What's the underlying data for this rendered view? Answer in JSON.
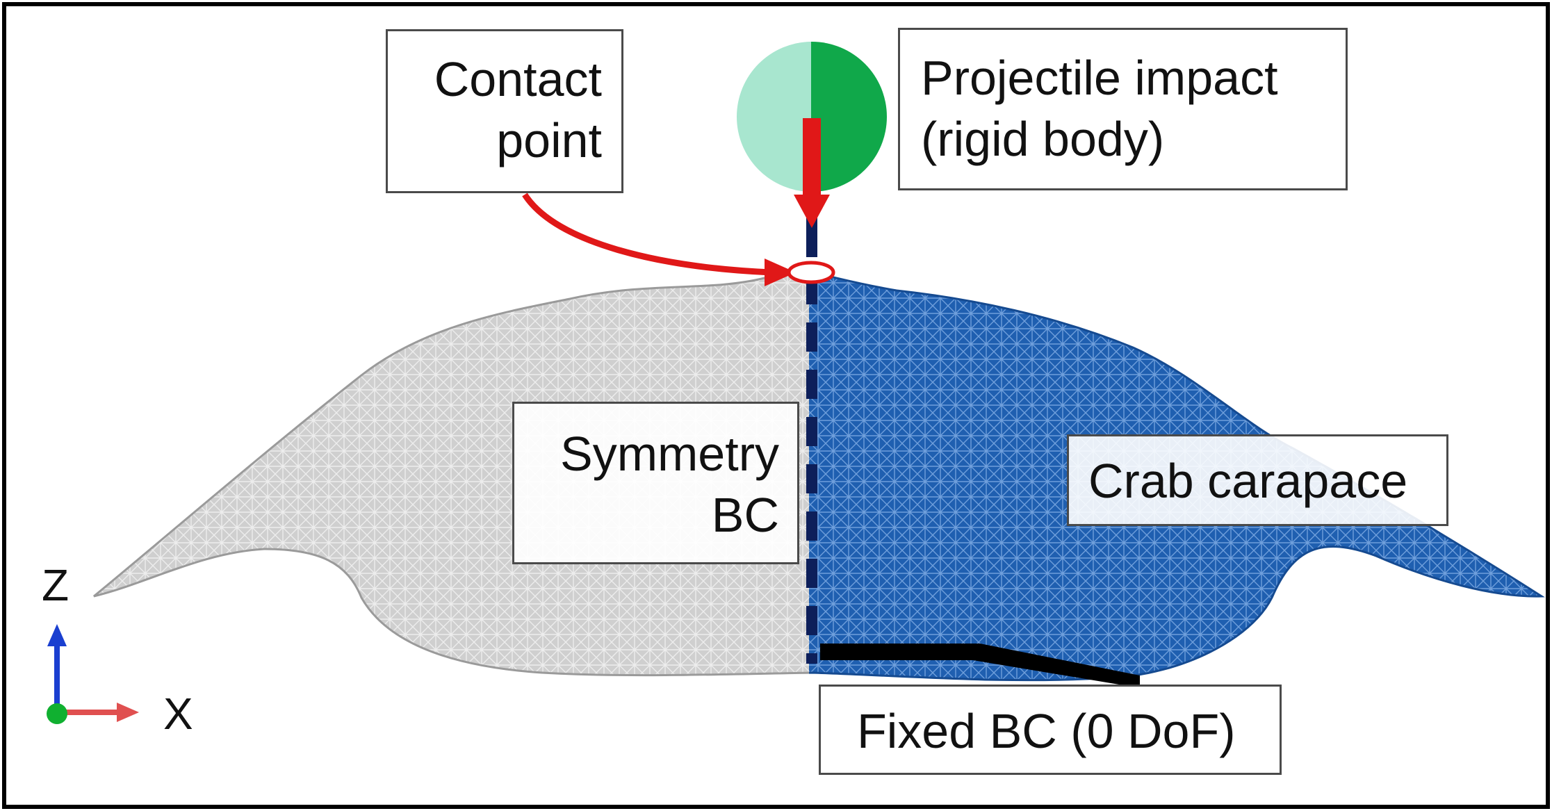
{
  "labels": {
    "contact_point": [
      "Contact",
      "point"
    ],
    "projectile": [
      "Projectile impact",
      "(rigid body)"
    ],
    "symmetry_bc": [
      "Symmetry",
      "BC"
    ],
    "crab_carapace": "Crab carapace",
    "fixed_bc": "Fixed BC (0 DoF)"
  },
  "axes": {
    "vertical": "Z",
    "horizontal": "X"
  },
  "colors": {
    "mesh_gray": "#c8c8c8",
    "mesh_blue": "#1f5fb0",
    "projectile_light": "#a8e6cf",
    "projectile_dark": "#10a84a",
    "arrow_red": "#e01818",
    "symmetry_line": "#0d1f5a",
    "fixed_bc_bar": "#000000",
    "axis_z": "#1a3fd0",
    "axis_x": "#e05050",
    "axis_origin": "#10b030"
  }
}
